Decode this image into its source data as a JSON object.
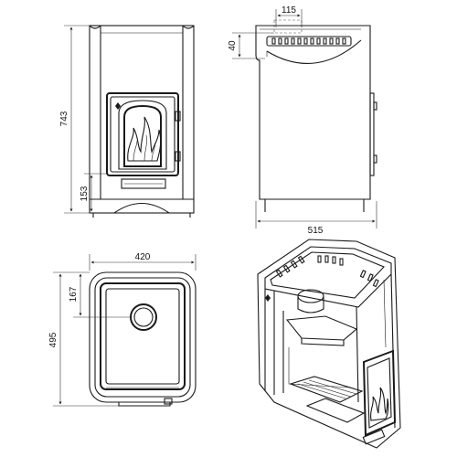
{
  "dimensions": {
    "height_total": "743",
    "height_base": "153",
    "top_outlet_width": "115",
    "top_outlet_height": "40",
    "depth": "515",
    "width": "420",
    "outlet_offset": "167",
    "plan_depth": "495"
  }
}
